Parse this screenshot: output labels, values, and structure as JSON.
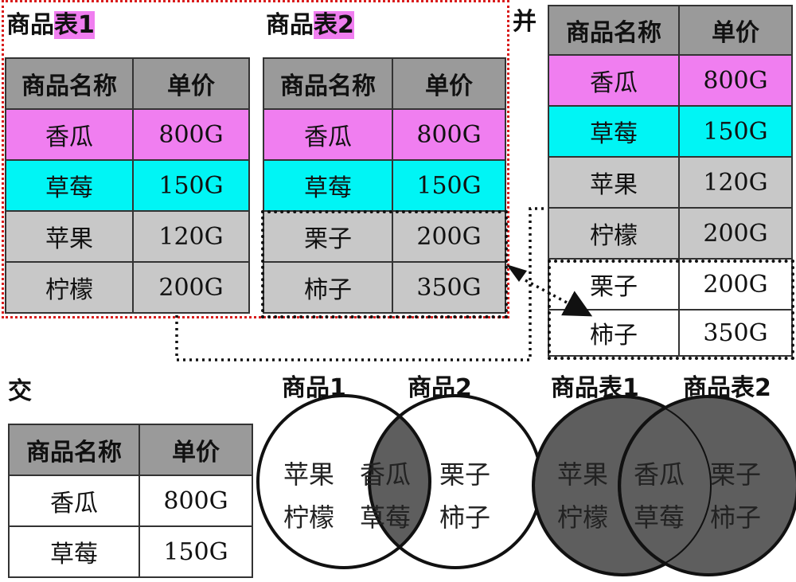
{
  "table1": {
    "title_prefix": "商品",
    "title_highlight": "表1",
    "header": [
      "商品名称",
      "单价"
    ],
    "rows": [
      {
        "name": "香瓜",
        "price": "800G",
        "color": "pink"
      },
      {
        "name": "草莓",
        "price": "150G",
        "color": "cyan"
      },
      {
        "name": "苹果",
        "price": "120G",
        "color": "gray"
      },
      {
        "name": "柠檬",
        "price": "200G",
        "color": "gray"
      }
    ]
  },
  "table2": {
    "title_prefix": "商品",
    "title_highlight": "表2",
    "header": [
      "商品名称",
      "单价"
    ],
    "rows": [
      {
        "name": "香瓜",
        "price": "800G",
        "color": "pink"
      },
      {
        "name": "草莓",
        "price": "150G",
        "color": "cyan"
      },
      {
        "name": "栗子",
        "price": "200G",
        "color": "gray"
      },
      {
        "name": "柿子",
        "price": "350G",
        "color": "gray"
      }
    ]
  },
  "union": {
    "label": "并",
    "header": [
      "商品名称",
      "单价"
    ],
    "rows": [
      {
        "name": "香瓜",
        "price": "800G",
        "color": "pink"
      },
      {
        "name": "草莓",
        "price": "150G",
        "color": "cyan"
      },
      {
        "name": "苹果",
        "price": "120G",
        "color": "gray"
      },
      {
        "name": "柠檬",
        "price": "200G",
        "color": "gray"
      },
      {
        "name": "栗子",
        "price": "200G",
        "color": "white"
      },
      {
        "name": "柿子",
        "price": "350G",
        "color": "white"
      }
    ]
  },
  "intersect": {
    "label": "交",
    "header": [
      "商品名称",
      "单价"
    ],
    "rows": [
      {
        "name": "香瓜",
        "price": "800G",
        "color": "white"
      },
      {
        "name": "草莓",
        "price": "150G",
        "color": "white"
      }
    ]
  },
  "venn_intersect": {
    "left_label": "商品1",
    "right_label": "商品2",
    "left_only": [
      "苹果",
      "柠檬"
    ],
    "both": [
      "香瓜",
      "草莓"
    ],
    "right_only": [
      "栗子",
      "柿子"
    ]
  },
  "venn_union": {
    "left_label": "商品表1",
    "right_label": "商品表2",
    "left_only": [
      "苹果",
      "柠檬"
    ],
    "both": [
      "香瓜",
      "草莓"
    ],
    "right_only": [
      "栗子",
      "柿子"
    ]
  },
  "colors": {
    "pink": "#f07ef0",
    "cyan": "#00f5f5",
    "gray": "#c8c8c8",
    "header": "#9a9a9a",
    "venn_fill": "#5e5e5e",
    "red_dotted": "#d91c1c"
  }
}
